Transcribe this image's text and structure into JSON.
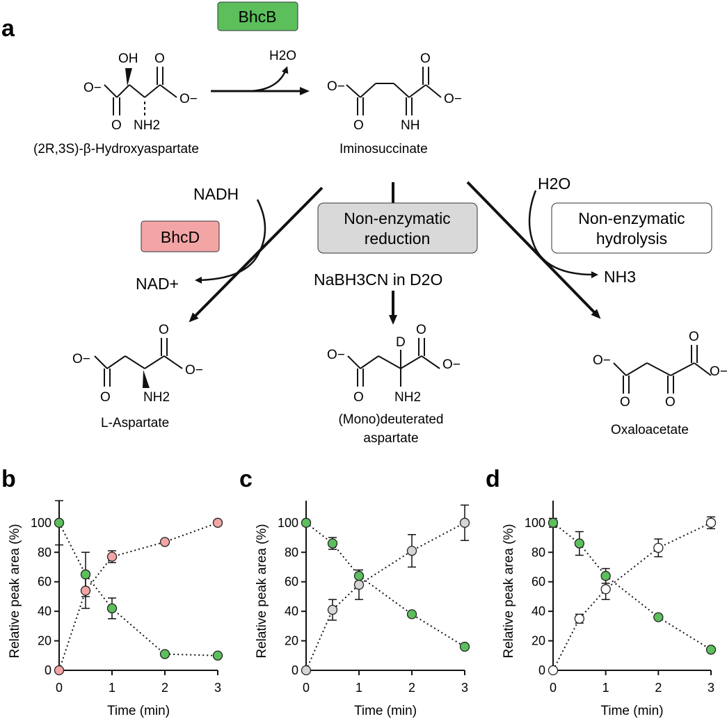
{
  "panels": {
    "a": "a",
    "b": "b",
    "c": "c",
    "d": "d"
  },
  "enzymes": {
    "bhcb": "BhcB",
    "bhcd": "BhcD"
  },
  "boxes": {
    "reduction": [
      "Non-enzymatic",
      "reduction"
    ],
    "hydrolysis": [
      "Non-enzymatic",
      "hydrolysis"
    ]
  },
  "reagents": {
    "h2o_top": "H2O",
    "nadh": "NADH",
    "nad": "NAD+",
    "nabh3cn": "NaBH3CN in D2O",
    "h2o_right": "H2O",
    "nh3": "NH3"
  },
  "molecules": {
    "hydroxyaspartate": "(2R,3S)-β-Hydroxyaspartate",
    "iminosuccinate": "Iminosuccinate",
    "laspartate": "L-Aspartate",
    "deuterated": [
      "(Mono)deuterated",
      "aspartate"
    ],
    "oxaloacetate": "Oxaloacetate"
  },
  "atoms": {
    "O": "O",
    "Ominus": "O−",
    "OH": "OH",
    "NH2": "NH2",
    "NH": "NH",
    "D": "D"
  },
  "colors": {
    "green": "#5cbf5c",
    "pink": "#f3a5a5",
    "gray": "#d6d6d6",
    "white": "#ffffff",
    "box_gray": "#d9d9d9"
  },
  "chart_data": [
    {
      "panel": "b",
      "type": "scatter",
      "xlabel": "Time (min)",
      "ylabel": "Relative peak area (%)",
      "xlim": [
        0,
        3
      ],
      "ylim": [
        0,
        115
      ],
      "xticks": [
        0,
        1,
        2,
        3
      ],
      "yticks": [
        0,
        20,
        40,
        60,
        80,
        100
      ],
      "series": [
        {
          "color": "#5cbf5c",
          "x": [
            0,
            0.5,
            1,
            2,
            3
          ],
          "y": [
            100,
            65,
            42,
            11,
            10
          ],
          "err": [
            15,
            15,
            7,
            0,
            0
          ]
        },
        {
          "color": "#f3a5a5",
          "x": [
            0,
            0.5,
            1,
            2,
            3
          ],
          "y": [
            0,
            54,
            77,
            87,
            100
          ],
          "err": [
            0,
            12,
            4,
            0,
            0
          ]
        }
      ]
    },
    {
      "panel": "c",
      "type": "scatter",
      "xlabel": "Time (min)",
      "ylabel": "Relative peak area (%)",
      "xlim": [
        0,
        3
      ],
      "ylim": [
        0,
        115
      ],
      "xticks": [
        0,
        1,
        2,
        3
      ],
      "yticks": [
        0,
        20,
        40,
        60,
        80,
        100
      ],
      "series": [
        {
          "color": "#5cbf5c",
          "x": [
            0,
            0.5,
            1,
            2,
            3
          ],
          "y": [
            100,
            86,
            64,
            38,
            16
          ],
          "err": [
            0,
            4,
            4,
            0,
            0
          ]
        },
        {
          "color": "#d6d6d6",
          "x": [
            0,
            0.5,
            1,
            2,
            3
          ],
          "y": [
            0,
            41,
            58,
            81,
            100
          ],
          "err": [
            0,
            7,
            10,
            11,
            12
          ]
        }
      ]
    },
    {
      "panel": "d",
      "type": "scatter",
      "xlabel": "Time (min)",
      "ylabel": "Relative peak area (%)",
      "xlim": [
        0,
        3
      ],
      "ylim": [
        0,
        115
      ],
      "xticks": [
        0,
        1,
        2,
        3
      ],
      "yticks": [
        0,
        20,
        40,
        60,
        80,
        100
      ],
      "series": [
        {
          "color": "#5cbf5c",
          "x": [
            0,
            0.5,
            1,
            2,
            3
          ],
          "y": [
            100,
            86,
            64,
            36,
            14
          ],
          "err": [
            3,
            8,
            5,
            0,
            0
          ]
        },
        {
          "color": "#ffffff",
          "x": [
            0,
            0.5,
            1,
            2,
            3
          ],
          "y": [
            0,
            35,
            55,
            83,
            100
          ],
          "err": [
            0,
            3,
            7,
            6,
            4
          ]
        }
      ]
    }
  ]
}
